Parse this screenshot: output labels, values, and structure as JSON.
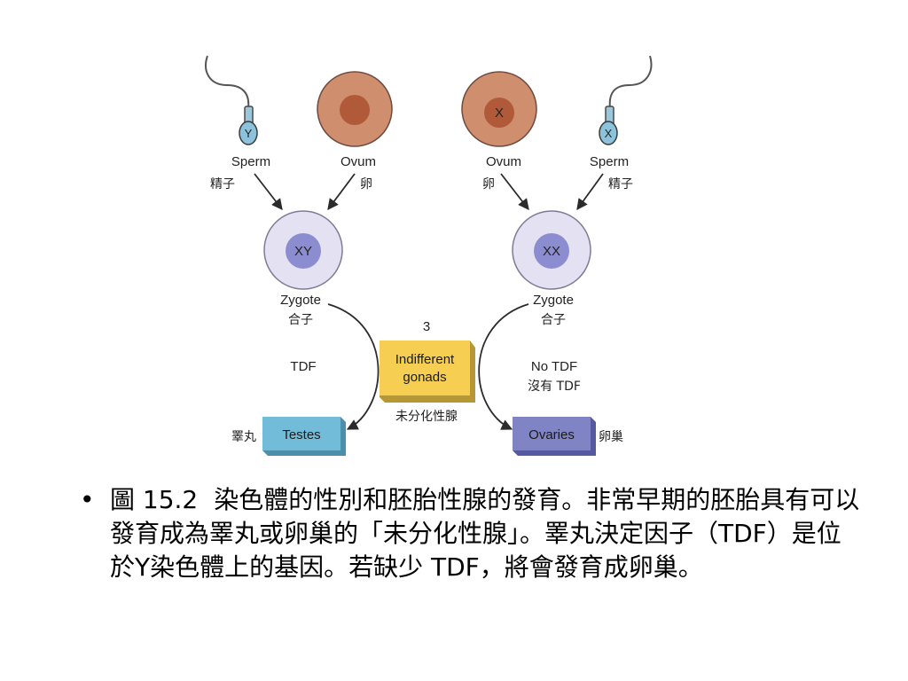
{
  "colors": {
    "ovum_outer": "#cf8e6e",
    "ovum_inner": "#b15a3a",
    "zygote_outer": "#e3e1f2",
    "zygote_inner": "#8c8dd1",
    "sperm_head": "#8cc3dc",
    "testes_box": "#73bcd9",
    "ovaries_box": "#8084c4",
    "indifferent_box": "#f6cf52",
    "arrow": "#2b2b2b"
  },
  "left": {
    "sperm_chrom": "Y",
    "sperm_en": "Sperm",
    "sperm_zh": "精子",
    "ovum_en": "Ovum",
    "ovum_zh": "卵",
    "zygote_chrom": "XY",
    "zygote_en": "Zygote",
    "zygote_zh": "合子",
    "path_label": "TDF",
    "gonad_en": "Testes",
    "gonad_zh": "睪丸"
  },
  "right": {
    "sperm_chrom": "X",
    "sperm_en": "Sperm",
    "sperm_zh": "精子",
    "ovum_chrom": "X",
    "ovum_en": "Ovum",
    "ovum_zh": "卵",
    "zygote_chrom": "XX",
    "zygote_en": "Zygote",
    "zygote_zh": "合子",
    "path_label_en": "No TDF",
    "path_label_zh": "沒有 TDF",
    "gonad_en": "Ovaries",
    "gonad_zh": "卵巢"
  },
  "center": {
    "number": "3",
    "box_line1": "Indifferent",
    "box_line2": "gonads",
    "zh": "未分化性腺"
  },
  "caption": {
    "bullet": "•",
    "figure_no": "圖 15.2",
    "text": "染色體的性別和胚胎性腺的發育。非常早期的胚胎具有可以發育成為睪丸或卵巢的「未分化性腺」。睪丸決定因子（TDF）是位於Y染色體上的基因。若缺少 TDF，將會發育成卵巢。"
  }
}
